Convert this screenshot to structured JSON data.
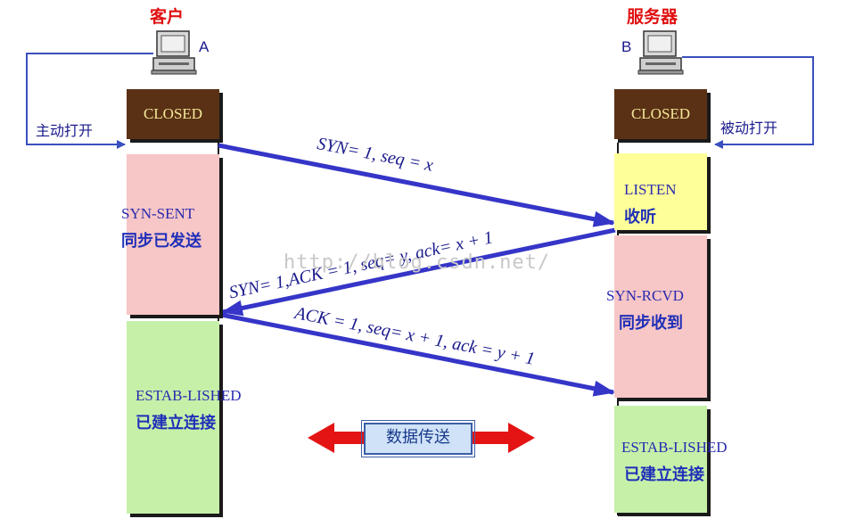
{
  "client": {
    "title": "客户",
    "letter": "A",
    "closed": "CLOSED",
    "side_label": "主动打开",
    "state_sent": {
      "en": "SYN-SENT",
      "cn": "同步已发送"
    },
    "state_estab": {
      "en": "ESTAB-LISHED",
      "cn": "已建立连接"
    }
  },
  "server": {
    "title": "服务器",
    "letter": "B",
    "closed": "CLOSED",
    "side_label": "被动打开",
    "state_listen": {
      "en": "LISTEN",
      "cn": "收听"
    },
    "state_rcvd": {
      "en": "SYN-RCVD",
      "cn": "同步收到"
    },
    "state_estab": {
      "en": "ESTAB-LISHED",
      "cn": "已建立连接"
    }
  },
  "messages": {
    "syn": "SYN= 1, seq = x",
    "synack": "SYN= 1,ACK = 1, seq= y, ack= x + 1",
    "ack": "ACK = 1, seq= x + 1, ack = y + 1"
  },
  "data_transfer": "数据传送",
  "watermark": "http://blog.csdn.net/",
  "colors": {
    "arrow": "#3535c8",
    "red_arrow": "#e41414",
    "loop_line": "#3a4fc0"
  }
}
